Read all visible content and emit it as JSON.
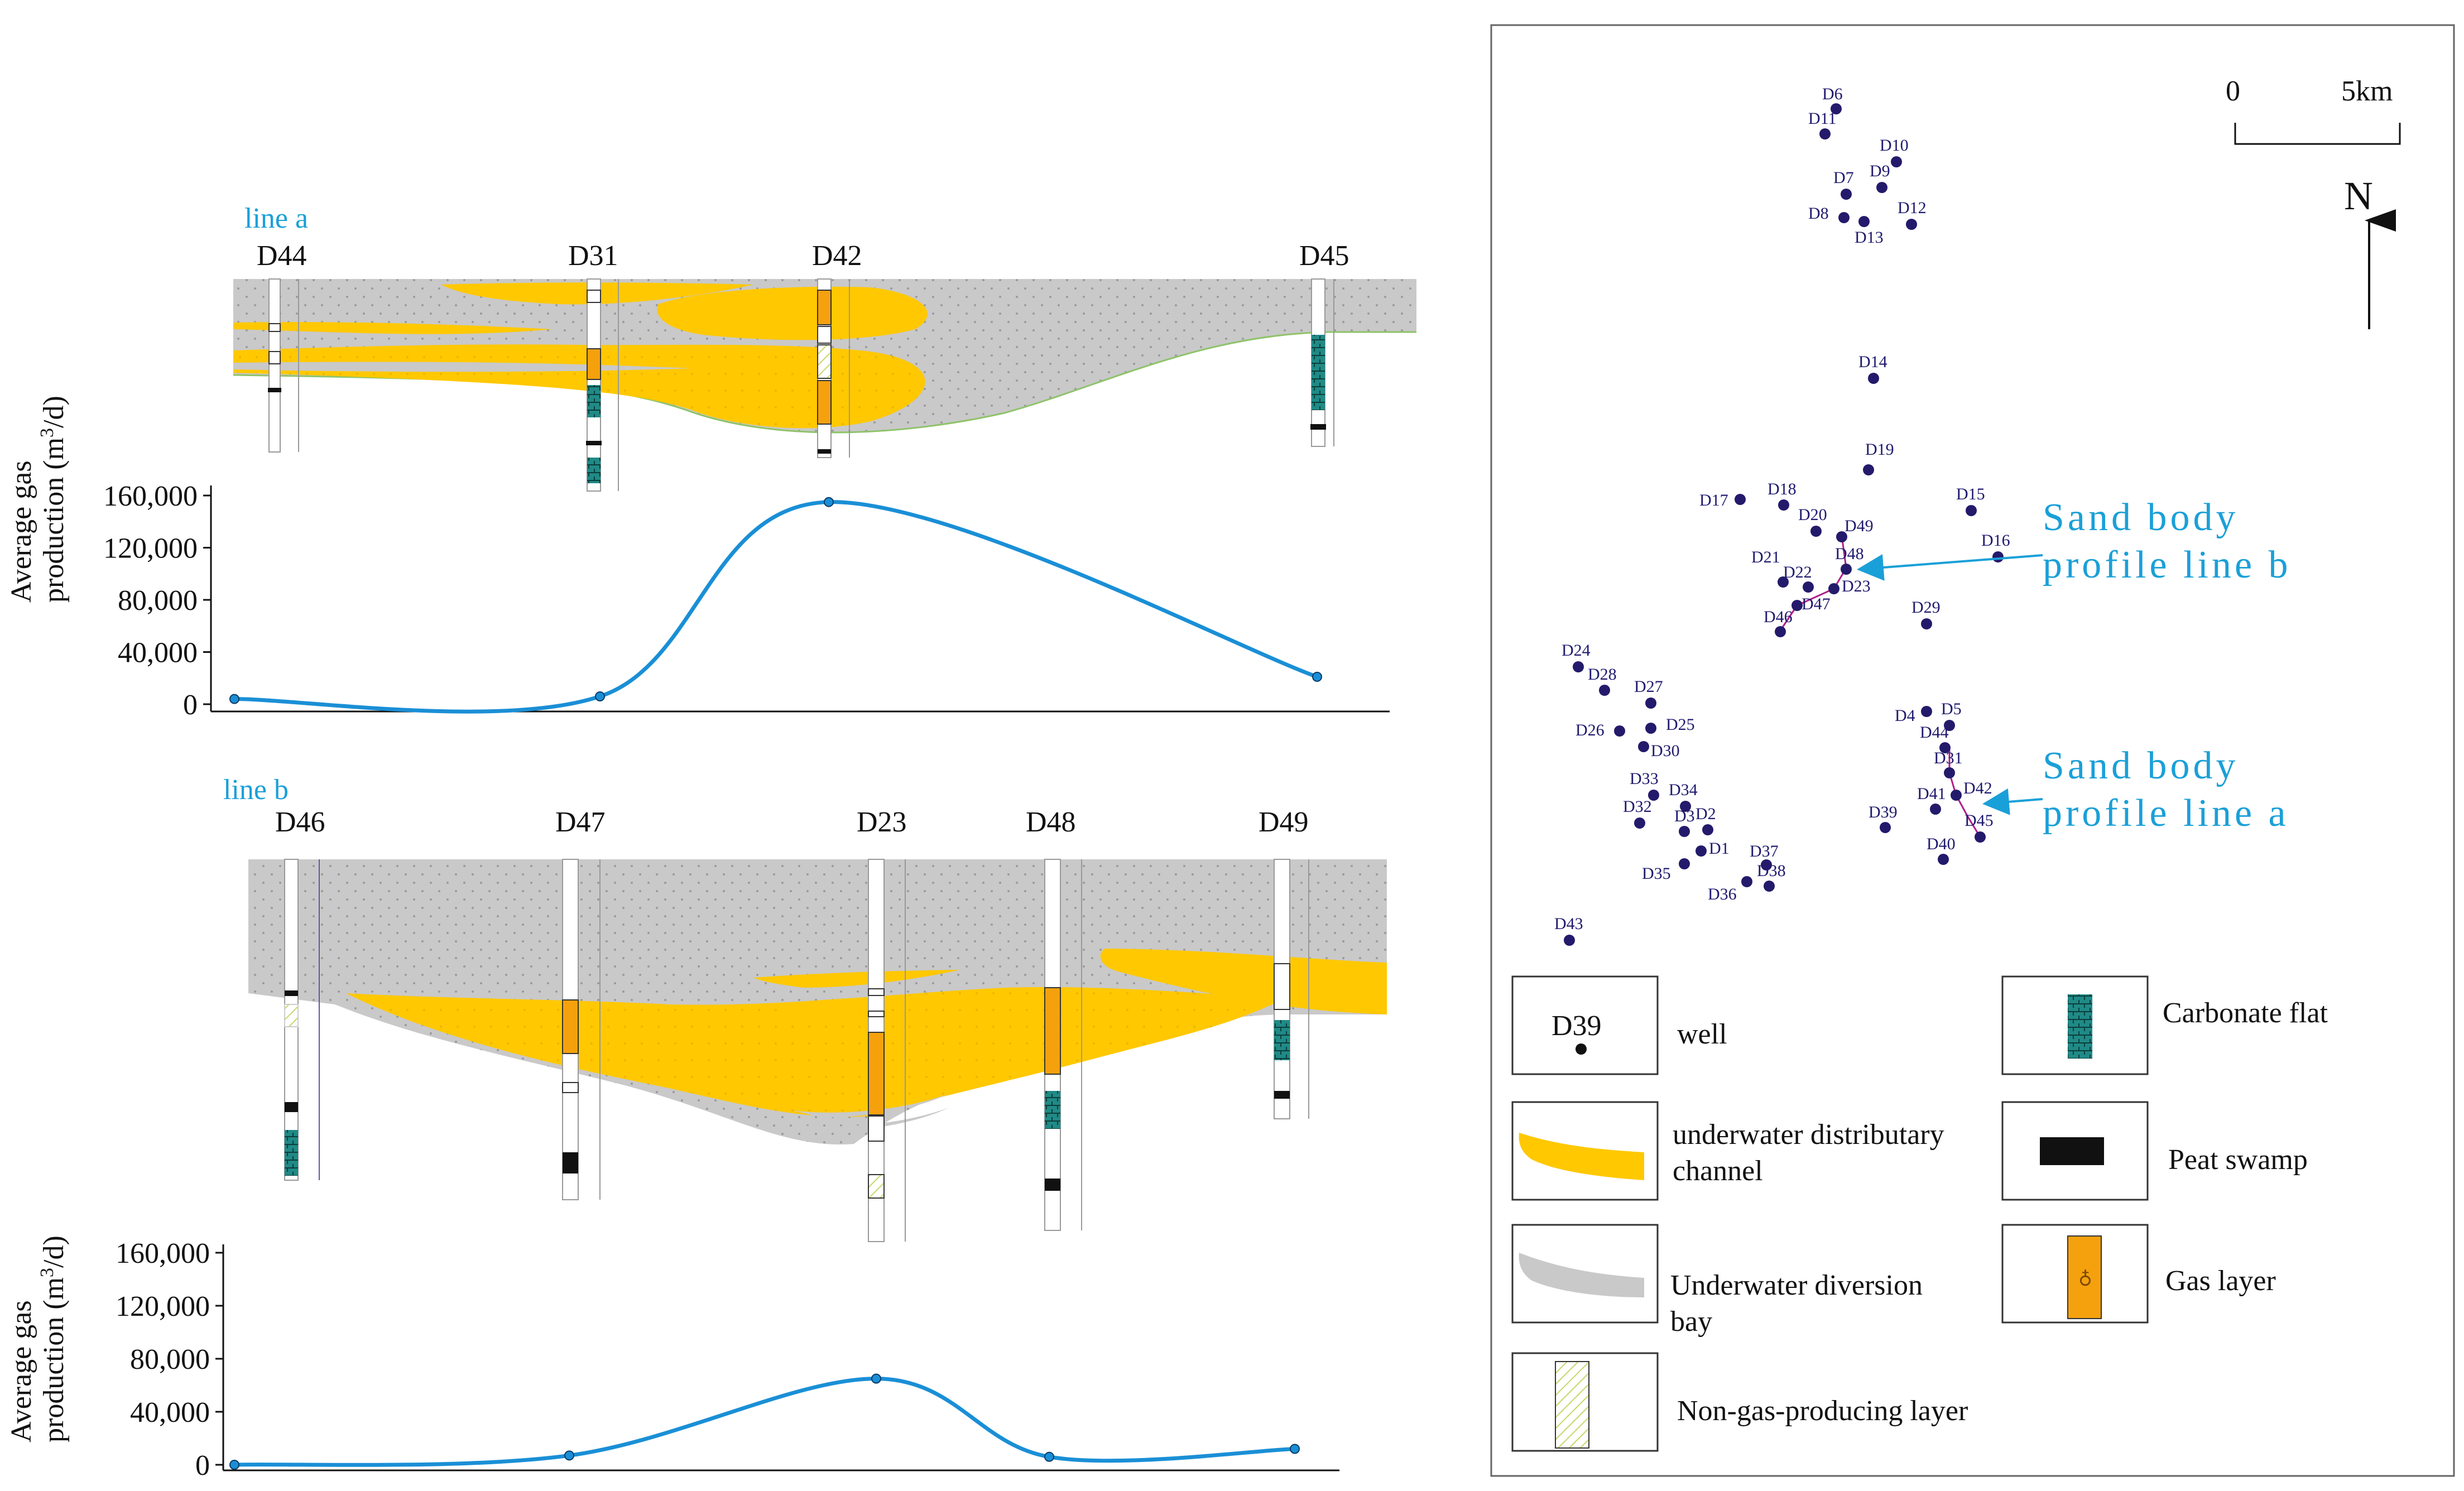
{
  "line_a": {
    "title": "line a",
    "wells": [
      "D44",
      "D31",
      "D42",
      "D45"
    ]
  },
  "line_b": {
    "title": "line b",
    "wells": [
      "D46",
      "D47",
      "D23",
      "D48",
      "D49"
    ]
  },
  "map": {
    "scale": {
      "zero": "0",
      "end": "5km"
    },
    "north": "N",
    "wells": [
      "D6",
      "D11",
      "D10",
      "D9",
      "D7",
      "D8",
      "D13",
      "D12",
      "D14",
      "D19",
      "D17",
      "D18",
      "D15",
      "D20",
      "D49",
      "D16",
      "D48",
      "D21",
      "D22",
      "D23",
      "D47",
      "D46",
      "D29",
      "D24",
      "D28",
      "D27",
      "D26",
      "D25",
      "D30",
      "D4",
      "D5",
      "D44",
      "D31",
      "D33",
      "D34",
      "D32",
      "D3",
      "D2",
      "D41",
      "D42",
      "D39",
      "D45",
      "D1",
      "D40",
      "D37",
      "D35",
      "D38",
      "D36",
      "D43"
    ],
    "callout_b": [
      "Sand body",
      "profile line b"
    ],
    "callout_a": [
      "Sand body",
      "profile line a"
    ]
  },
  "legend": {
    "well_sample": "D39",
    "well": "well",
    "carbonate": "Carbonate flat",
    "channel": [
      "underwater distributary",
      "channel"
    ],
    "peat": "Peat swamp",
    "bay": [
      "Underwater diversion",
      "bay"
    ],
    "gas": "Gas layer",
    "nongas": "Non-gas-producing layer"
  },
  "colors": {
    "sand": "#ffc800",
    "bay": "#c9c9c9",
    "curve": "#1a8fd6",
    "title_blue": "#1aa0d8",
    "carbonate": "#1f8a86",
    "gas": "#f5a10e",
    "map_point": "#241a6b",
    "profile_line": "#b01f88"
  },
  "chart_data": [
    {
      "type": "line",
      "title": "line a",
      "ylabel_line1": "Average gas",
      "ylabel_line2": "production (m",
      "ylabel_sup": "3",
      "ylabel_end": "/d)",
      "ylim": [
        0,
        160000
      ],
      "yticks": [
        "160,000",
        "120,000",
        "80,000",
        "40,000",
        "0"
      ],
      "ytick_values": [
        160000,
        120000,
        80000,
        40000,
        0
      ],
      "categories": [
        "D44",
        "D31",
        "D42",
        "D45"
      ],
      "values": [
        4000,
        6000,
        155000,
        21000
      ]
    },
    {
      "type": "line",
      "title": "line b",
      "ylabel_line1": "Average gas",
      "ylabel_line2": "production (m",
      "ylabel_sup": "3",
      "ylabel_end": "/d)",
      "ylim": [
        0,
        160000
      ],
      "yticks": [
        "160,000",
        "120,000",
        "80,000",
        "40,000",
        "0"
      ],
      "ytick_values": [
        160000,
        120000,
        80000,
        40000,
        0
      ],
      "categories": [
        "D46",
        "D47",
        "D23",
        "D48",
        "D49"
      ],
      "values": [
        0,
        7000,
        65000,
        6000,
        12000
      ]
    }
  ]
}
